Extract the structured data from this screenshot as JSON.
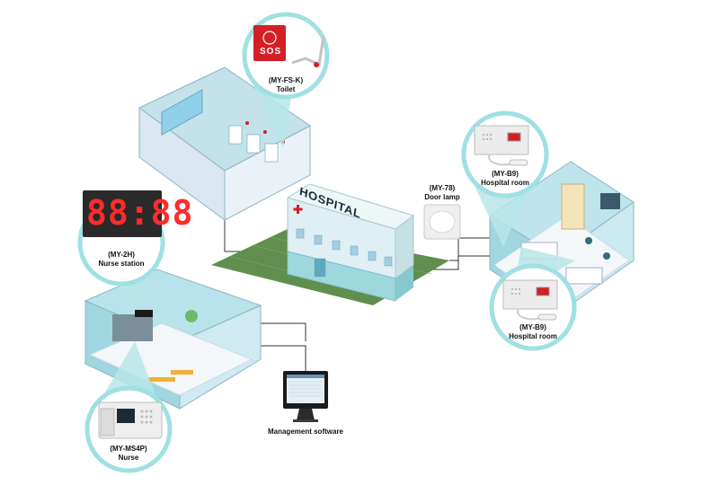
{
  "building": {
    "sign": "HOSPITAL"
  },
  "devices": {
    "toilet": {
      "model": "(MY-FS-K)",
      "place": "Toilet",
      "button_text": "SOS"
    },
    "nurse_station": {
      "model": "(MY-2H)",
      "place": "Nurse station",
      "display": "88:88"
    },
    "nurse": {
      "model": "(MY-MS4P)",
      "place": "Nurse"
    },
    "door_lamp": {
      "model": "(MY-78)",
      "place": "Door lamp"
    },
    "hospital_room_top": {
      "model": "(MY-B9)",
      "place": "Hospital room"
    },
    "hospital_room_bottom": {
      "model": "(MY-B9)",
      "place": "Hospital room"
    },
    "software": {
      "place": "Management software"
    }
  },
  "colors": {
    "accent": "#9fe0e3",
    "ground": "#5f8e4e",
    "wall": "#a8dbe2",
    "sos_red": "#d41f26"
  }
}
